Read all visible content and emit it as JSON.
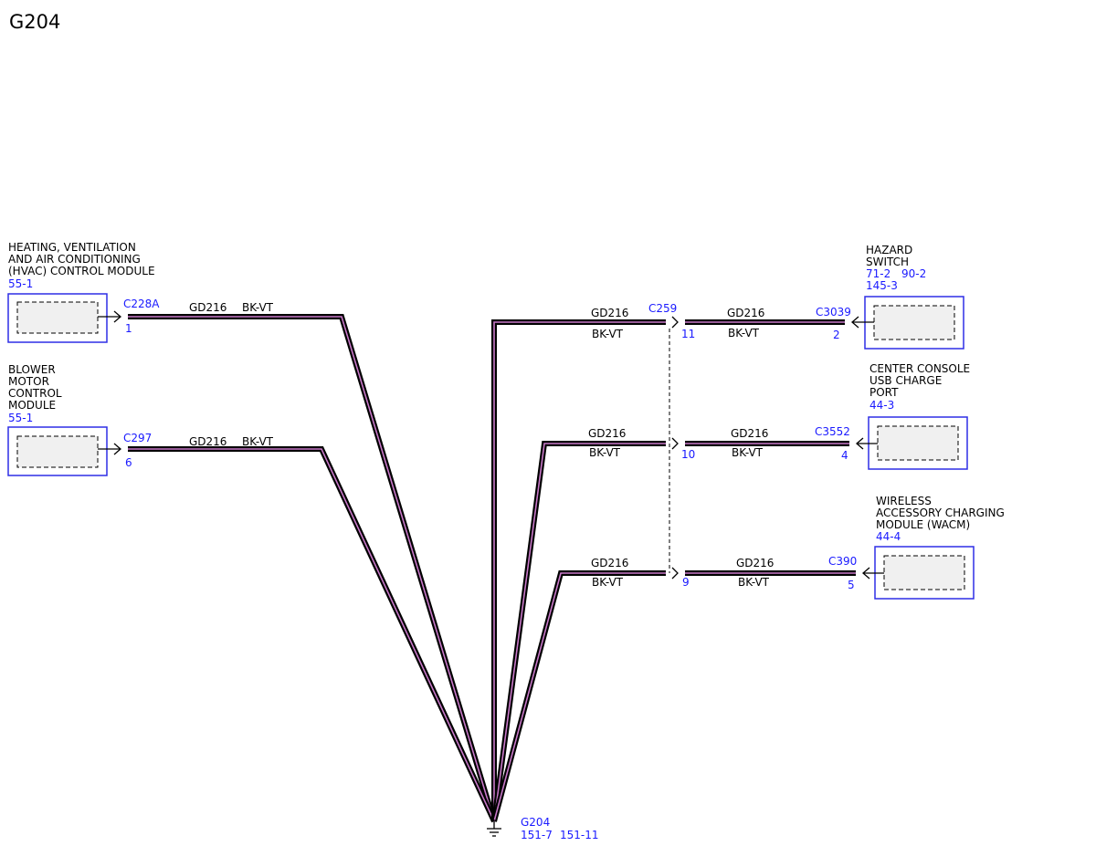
{
  "title": "G204",
  "components": {
    "hvac": {
      "lines": [
        "HEATING, VENTILATION",
        "AND AIR CONDITIONING",
        "(HVAC) CONTROL MODULE"
      ],
      "refs": [
        "55-1"
      ]
    },
    "blower": {
      "lines": [
        "BLOWER",
        "MOTOR",
        "CONTROL",
        "MODULE"
      ],
      "refs": [
        "55-1"
      ]
    },
    "hazard": {
      "lines": [
        "HAZARD",
        "SWITCH"
      ],
      "refs": [
        "71-2",
        "90-2",
        "145-3"
      ]
    },
    "usb": {
      "lines": [
        "CENTER CONSOLE",
        "USB CHARGE",
        "PORT"
      ],
      "refs": [
        "44-3"
      ]
    },
    "wacm": {
      "lines": [
        "WIRELESS",
        "ACCESSORY CHARGING",
        "MODULE (WACM)"
      ],
      "refs": [
        "44-4"
      ]
    }
  },
  "connectors": {
    "c228a": {
      "name": "C228A",
      "pin": "1"
    },
    "c297": {
      "name": "C297",
      "pin": "6"
    },
    "c259": {
      "name": "C259",
      "pins": [
        "11",
        "10",
        "9"
      ]
    },
    "c3039": {
      "name": "C3039",
      "pin": "2"
    },
    "c3552": {
      "name": "C3552",
      "pin": "4"
    },
    "c390": {
      "name": "C390",
      "pin": "5"
    }
  },
  "wire": {
    "circuit": "GD216",
    "color": "BK-VT"
  },
  "ground": {
    "name": "G204",
    "refs": [
      "151-7",
      "151-11"
    ]
  },
  "colors": {
    "wire_stripe": "#c878c8",
    "ref_blue": "#1a1aff",
    "box_border": "#2e2ee6"
  }
}
